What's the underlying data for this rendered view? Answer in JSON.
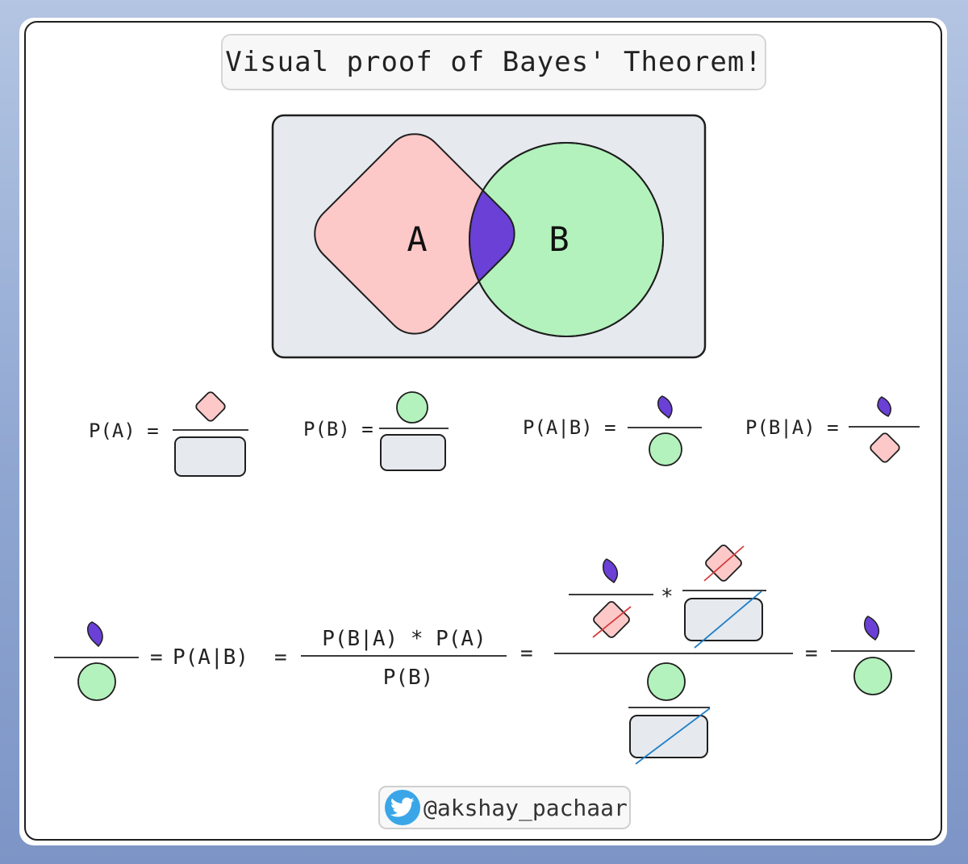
{
  "title": "Visual proof of Bayes' Theorem!",
  "venn": {
    "label_a": "A",
    "label_b": "B"
  },
  "colors": {
    "universe": "#e6e9ee",
    "set_a": "#fdc8c8",
    "set_b": "#b3f2bc",
    "intersection": "#6a40d6",
    "outline": "#1f1f1f",
    "strike_red": "#d53d3d",
    "strike_blue": "#1f7fc8"
  },
  "definitions": {
    "pa": "P(A) =",
    "pb": "P(B) =",
    "pab": "P(A|B) =",
    "pba": "P(B|A) ="
  },
  "derivation": {
    "eq1": "=",
    "pab": "P(A|B)",
    "eq2": "=",
    "numerator": "P(B|A) * P(A)",
    "denominator": "P(B)",
    "eq3": "=",
    "times": "*",
    "eq4": "="
  },
  "footer": {
    "handle": "@akshay_pachaar",
    "icon": "twitter-bird-icon"
  }
}
